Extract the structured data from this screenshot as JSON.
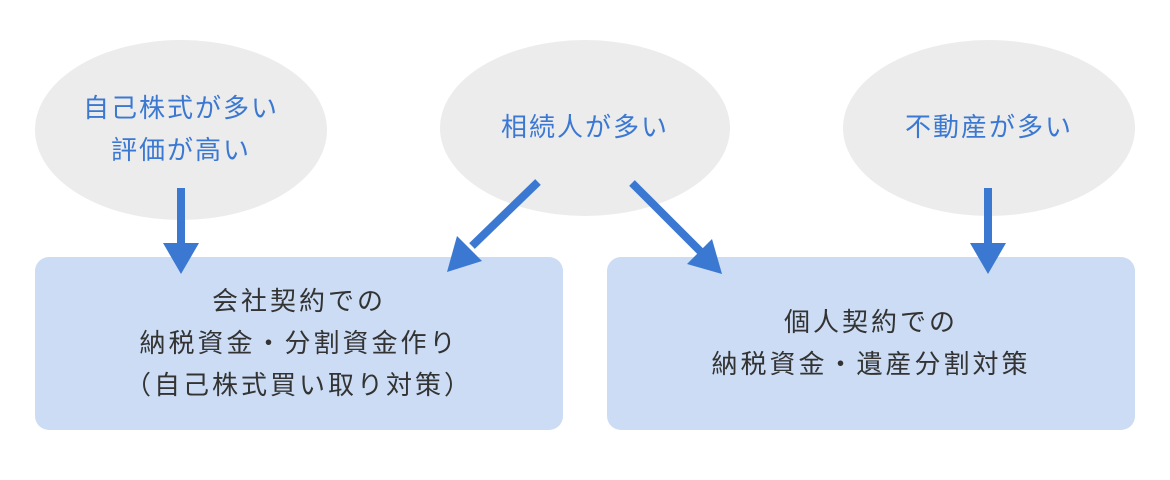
{
  "causes": [
    {
      "lines": [
        "自己株式が多い",
        "評価が高い"
      ]
    },
    {
      "lines": [
        "相続人が多い"
      ]
    },
    {
      "lines": [
        "不動産が多い"
      ]
    }
  ],
  "solutions": [
    {
      "lines": [
        "会社契約での",
        "納税資金・分割資金作り",
        "（自己株式買い取り対策）"
      ]
    },
    {
      "lines": [
        "個人契約での",
        "納税資金・遺産分割対策"
      ]
    }
  ],
  "colors": {
    "ellipse": "#ececec",
    "ellipse_text": "#3a78d2",
    "box": "#cbdcf4",
    "box_text": "#333333",
    "arrow": "#3a78d2"
  }
}
